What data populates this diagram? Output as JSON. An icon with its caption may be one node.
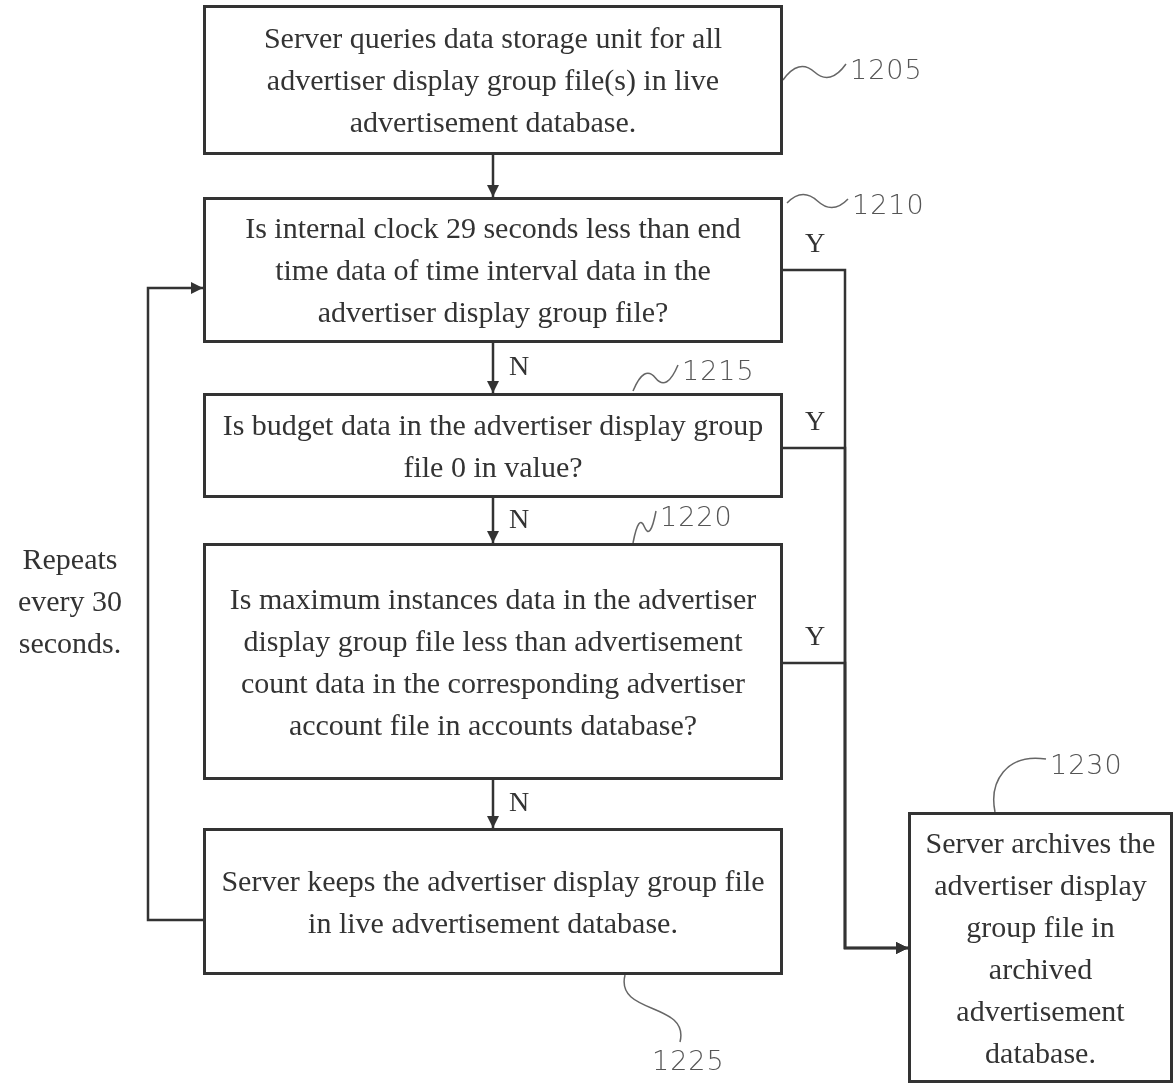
{
  "diagram": {
    "nodes": [
      {
        "text": [
          "Server queries data storage unit for all advertiser display group file(s) in live advertisement database."
        ]
      },
      {
        "text": [
          "Is internal clock 29 seconds less than end time data of time interval data in the advertiser display group file?"
        ]
      },
      {
        "text": [
          "Is budget data in the advertiser display group file 0 in value?"
        ]
      },
      {
        "text": [
          "Is maximum instances data in the advertiser display group file less than advertisement count data in the corresponding advertiser account file in accounts database?"
        ]
      },
      {
        "text": [
          "Server keeps the advertiser display group file in live advertisement database."
        ]
      },
      {
        "text": [
          "Server archives the advertiser display group file in archived advertisement database."
        ]
      },
      {
        "text": [
          "1205"
        ]
      },
      {
        "text": [
          "1210"
        ]
      },
      {
        "text": [
          "1215"
        ]
      },
      {
        "text": [
          "1220"
        ]
      },
      {
        "text": [
          "1225"
        ]
      },
      {
        "text": [
          "1230"
        ]
      }
    ],
    "edges": [
      {
        "from": 0,
        "to": 1,
        "arrow": "to"
      },
      {
        "from": 1,
        "to": 2,
        "arrow": "to",
        "label": "N"
      },
      {
        "from": 2,
        "to": 3,
        "arrow": "to",
        "label": "N"
      },
      {
        "from": 3,
        "to": 4,
        "arrow": "to",
        "label": "N"
      },
      {
        "from": 4,
        "to": 1,
        "arrow": "to"
      },
      {
        "from": 1,
        "to": 5,
        "arrow": "to",
        "label": "Y"
      },
      {
        "from": 2,
        "to": 5,
        "arrow": "to",
        "label": "Y"
      },
      {
        "from": 3,
        "to": 5,
        "arrow": "to",
        "label": "Y"
      },
      {
        "from": 6,
        "to": 0,
        "arrow": "none"
      },
      {
        "from": 7,
        "to": 1,
        "arrow": "none"
      },
      {
        "from": 8,
        "to": 2,
        "arrow": "none"
      },
      {
        "from": 9,
        "to": 3,
        "arrow": "none"
      },
      {
        "from": 10,
        "to": 4,
        "arrow": "none"
      },
      {
        "from": 11,
        "to": 5,
        "arrow": "none"
      }
    ],
    "labels": [
      "Repeats every 30 seconds."
    ]
  }
}
